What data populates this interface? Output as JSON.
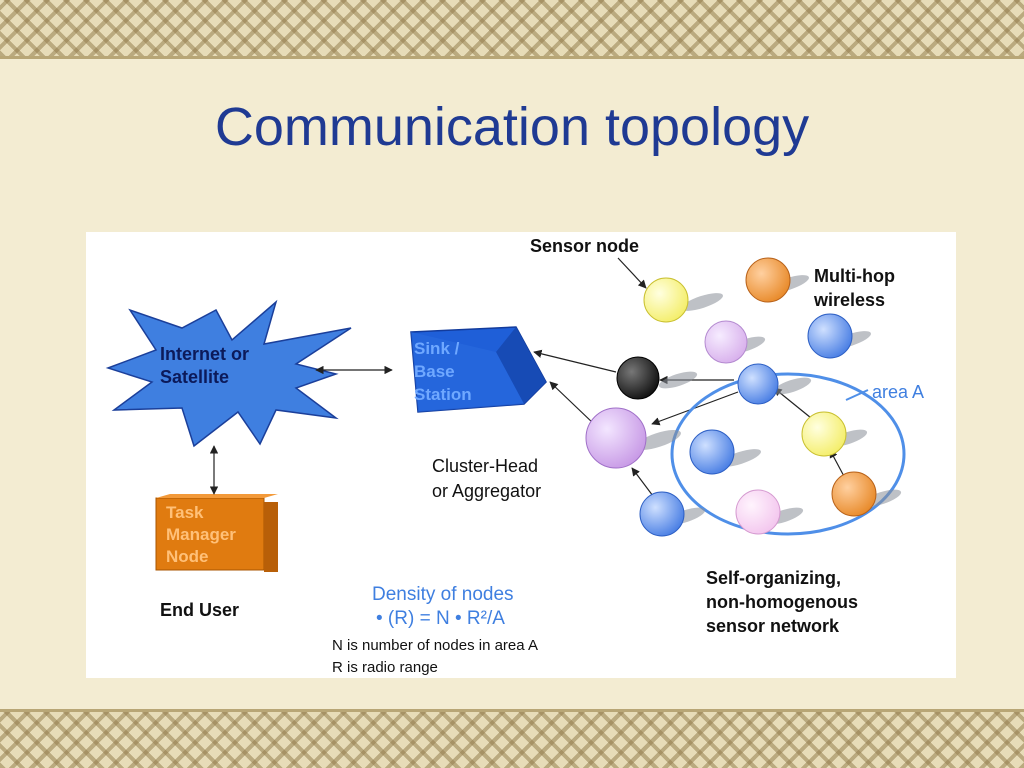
{
  "slide": {
    "title": "Communication topology"
  },
  "diagram": {
    "labels": {
      "sensor_node": "Sensor node",
      "multi_hop_line1": "Multi-hop",
      "multi_hop_line2": "wireless",
      "internet_line1": "Internet or",
      "internet_line2": "Satellite",
      "sink_line1": "Sink /",
      "sink_line2": "Base",
      "sink_line3": "Station",
      "area": "area A",
      "cluster_line1": "Cluster-Head",
      "cluster_line2": "or Aggregator",
      "task_line1": "Task",
      "task_line2": "Manager",
      "task_line3": "Node",
      "end_user": "End User",
      "density_title": "Density of nodes",
      "density_formula": "•  (R) = N •  R²/A",
      "note_n": "N is number of nodes in area A",
      "note_r": "R is radio range",
      "self_org_line1": "Self-organizing,",
      "self_org_line2": "non-homogenous",
      "self_org_line3": "sensor network"
    },
    "colors": {
      "title": "#1f3a93",
      "starburst": "#3f7fe0",
      "sink_box": "#1f5fd8",
      "task_box": "#e07b10",
      "area_circle": "#4f8fe8",
      "density_text": "#3f7fe0",
      "node_yellow": "#f4ee6a",
      "node_orange": "#e88a2a",
      "node_lilac": "#d8b0ec",
      "node_blue": "#4a7fe4",
      "node_black": "#1a1a1a",
      "node_pink": "#f3c6ee",
      "node_violet": "#c89ae6"
    }
  }
}
